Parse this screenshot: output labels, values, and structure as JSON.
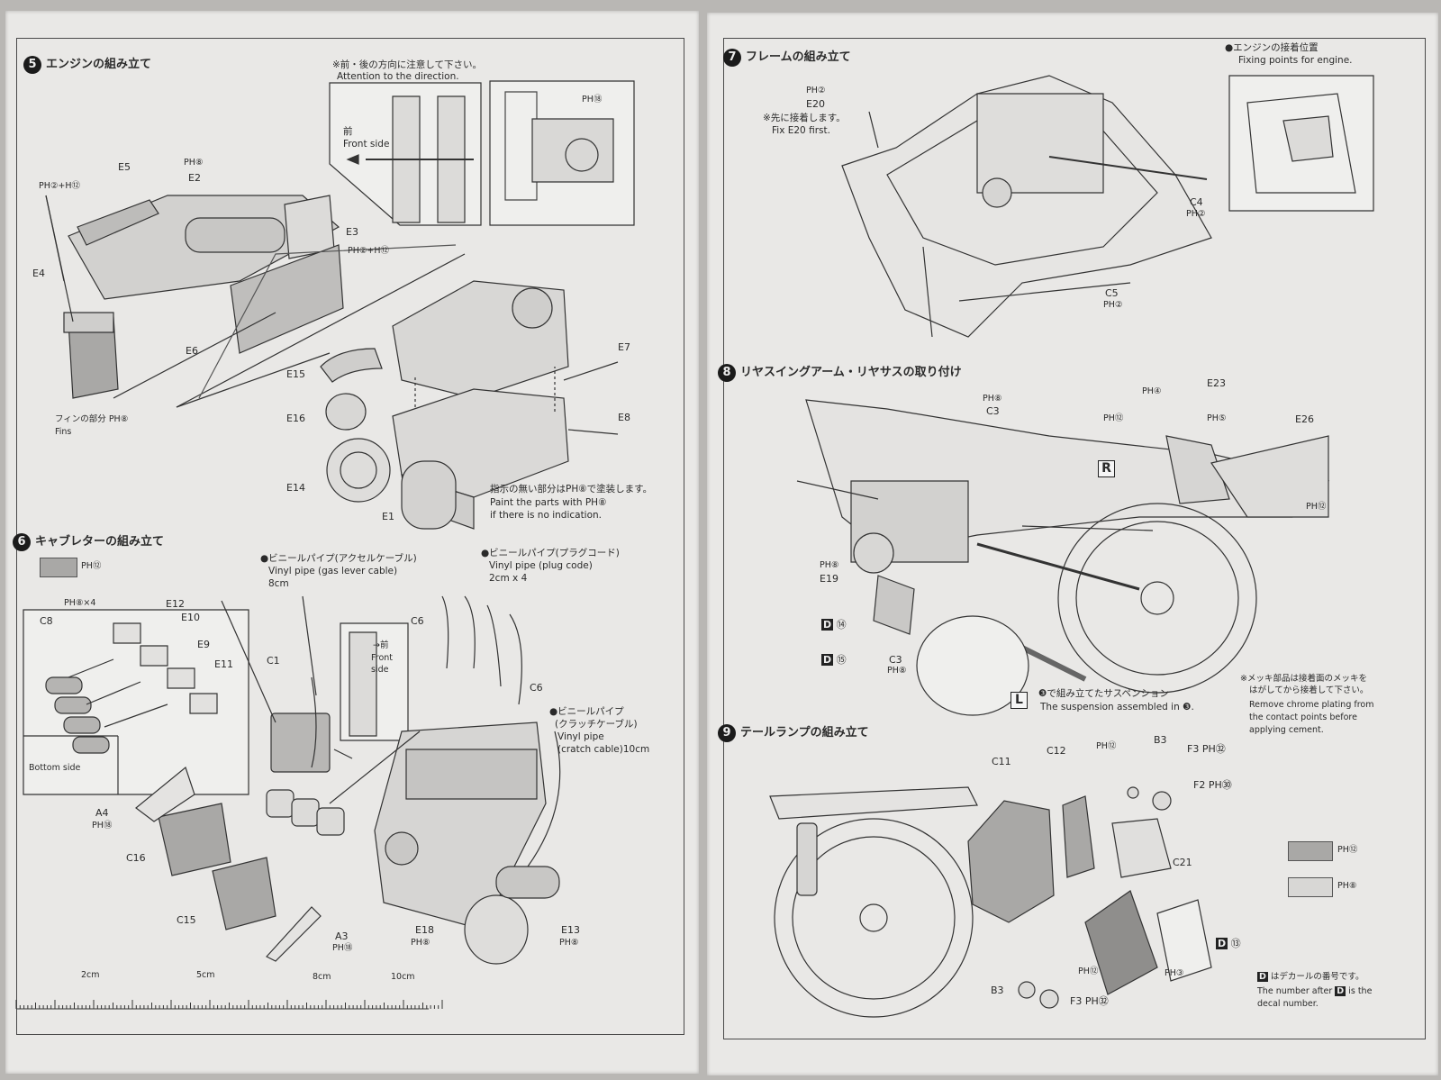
{
  "left_page": {
    "step5": {
      "num": "5",
      "title": "エンジンの組み立て",
      "note_jp": "※前・後の方向に注意して下さい。",
      "note_en": "Attention to the direction.",
      "front_jp": "前",
      "front_en": "Front side",
      "paint_jp": "指示の無い部分はPH⑧で塗装します。",
      "paint_en1": "Paint the parts with PH⑧",
      "paint_en2": "if there is no indication.",
      "fins_jp": "フィンの部分 PH⑧",
      "fins_en": "Fins",
      "labels": {
        "e5": "E5",
        "e2": "E2",
        "e3": "E3",
        "e4": "E4",
        "e6": "E6",
        "e7": "E7",
        "e8": "E8",
        "e15": "E15",
        "e16": "E16",
        "e14": "E14",
        "e1": "E1",
        "ph_a": "PH②+H⑫",
        "ph_b": "PH⑧",
        "ph_c": "PH②+H⑫",
        "ph_d": "PH⑱"
      }
    },
    "step6": {
      "num": "6",
      "title": "キャブレターの組み立て",
      "swatch_label": "PH⑫",
      "vinyl1_jp": "●ビニールパイプ(アクセルケーブル)",
      "vinyl1_en": "Vinyl pipe (gas lever cable)",
      "vinyl1_len": "8cm",
      "vinyl2_jp": "●ビニールパイプ(プラグコード)",
      "vinyl2_en": "Vinyl pipe (plug code)",
      "vinyl2_len": "2cm x 4",
      "vinyl3_jp1": "●ビニールパイプ",
      "vinyl3_jp2": "(クラッチケーブル)",
      "vinyl3_en1": "Vinyl pipe",
      "vinyl3_en2": "(cratch cable)10cm",
      "front_jp": "→前",
      "front_en1": "Front",
      "front_en2": "side",
      "bottom_side": "Bottom side",
      "labels": {
        "ph_x4": "PH⑧×4",
        "e12": "E12",
        "e10": "E10",
        "c8": "C8",
        "e9": "E9",
        "e11": "E11",
        "c1": "C1",
        "c6a": "C6",
        "c6b": "C6",
        "a4": "A4",
        "a4ph": "PH⑱",
        "c16": "C16",
        "c15": "C15",
        "a3": "A3",
        "a3ph": "PH⑱",
        "e18": "E18",
        "e18ph": "PH⑧",
        "e13": "E13",
        "e13ph": "PH⑧"
      }
    },
    "ruler": {
      "marks": [
        "2cm",
        "5cm",
        "8cm",
        "10cm"
      ]
    }
  },
  "right_page": {
    "step7": {
      "num": "7",
      "title": "フレームの組み立て",
      "ph2": "PH②",
      "e20": "E20",
      "fix_jp": "※先に接着します。",
      "fix_en": "Fix E20 first.",
      "engine_pts_jp": "●エンジンの接着位置",
      "engine_pts_en": "Fixing points for engine.",
      "c4": "C4",
      "c4ph": "PH②",
      "c5": "C5",
      "c5ph": "PH②"
    },
    "step8": {
      "num": "8",
      "title": "リヤスイングアーム・リヤサスの取り付け",
      "labels": {
        "ph8a": "PH⑧",
        "c3a": "C3",
        "ph4": "PH④",
        "e23": "E23",
        "ph12": "PH⑫",
        "ph5": "PH⑤",
        "e26": "E26",
        "ph12b": "PH⑫",
        "r": "R",
        "ph8b": "PH⑧",
        "e19": "E19",
        "d": "D",
        "d14": "⑭",
        "d15": "⑮",
        "c3b": "C3",
        "ph8c": "PH⑧",
        "l": "L"
      },
      "susp_jp": "❸で組み立てたサスペンション",
      "susp_en": "The suspension assembled in ❸.",
      "chrome_jp1": "※メッキ部品は接着面のメッキを",
      "chrome_jp2": "はがしてから接着して下さい。",
      "chrome_en1": "Remove chrome plating from",
      "chrome_en2": "the contact points before",
      "chrome_en3": "applying cement."
    },
    "step9": {
      "num": "9",
      "title": "テールランプの組み立て",
      "labels": {
        "c11": "C11",
        "c12": "C12",
        "ph12": "PH⑫",
        "b3a": "B3",
        "f3a": "F3 PH㉜",
        "f2": "F2 PH㉚",
        "c21": "C21",
        "d13": "⑬",
        "ph3": "PH③",
        "ph12b": "PH⑫",
        "b3b": "B3",
        "f3b": "F3 PH㉜"
      },
      "legend": [
        {
          "label": "PH⑫",
          "color": "#a9a8a6"
        },
        {
          "label": "PH⑧",
          "color": "#d8d7d5"
        }
      ],
      "decal_jp": "はデカールの番号です。",
      "decal_en1": "The number after",
      "decal_en2": "is the",
      "decal_en3": "decal number."
    }
  },
  "colors": {
    "background": "#b9b7b4",
    "paper": "#e9e8e6",
    "ink": "#2a2a2a",
    "gray_part": "#a9a8a6"
  }
}
